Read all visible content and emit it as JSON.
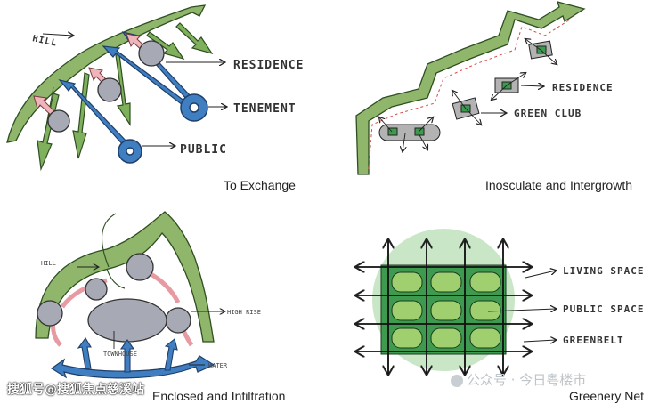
{
  "panels": {
    "exchange": {
      "caption": "To Exchange",
      "labels": {
        "hill": "HILL",
        "residence": "RESIDENCE",
        "tenement": "TENEMENT",
        "public": "PUBLIC"
      }
    },
    "inosculate": {
      "caption": "Inosculate and Intergrowth",
      "labels": {
        "residence": "RESIDENCE",
        "green_club": "GREEN CLUB"
      }
    },
    "enclosed": {
      "caption": "Enclosed and Infiltration",
      "labels": {
        "hill": "HILL",
        "high_rise": "HIGH RISE",
        "townhouse": "TOWNHOUSE",
        "water": "WATER"
      }
    },
    "greenery": {
      "caption": "Greenery Net",
      "labels": {
        "living": "LIVING SPACE",
        "public": "PUBLIC SPACE",
        "greenbelt": "GREENBELT"
      }
    }
  },
  "watermarks": {
    "left": "搜狐号@搜狐焦点慈溪站",
    "right": "公众号 · 今日粤楼市"
  },
  "colors": {
    "green": "#8fb66a",
    "green_dark": "#3f7a37",
    "blue": "#3f7fc1",
    "pink": "#e89aa3",
    "grey": "#a7aab5",
    "pale_green": "#c9e6c7",
    "grid_green": "#3d9a4e",
    "cell_green": "#9fcf6e"
  }
}
